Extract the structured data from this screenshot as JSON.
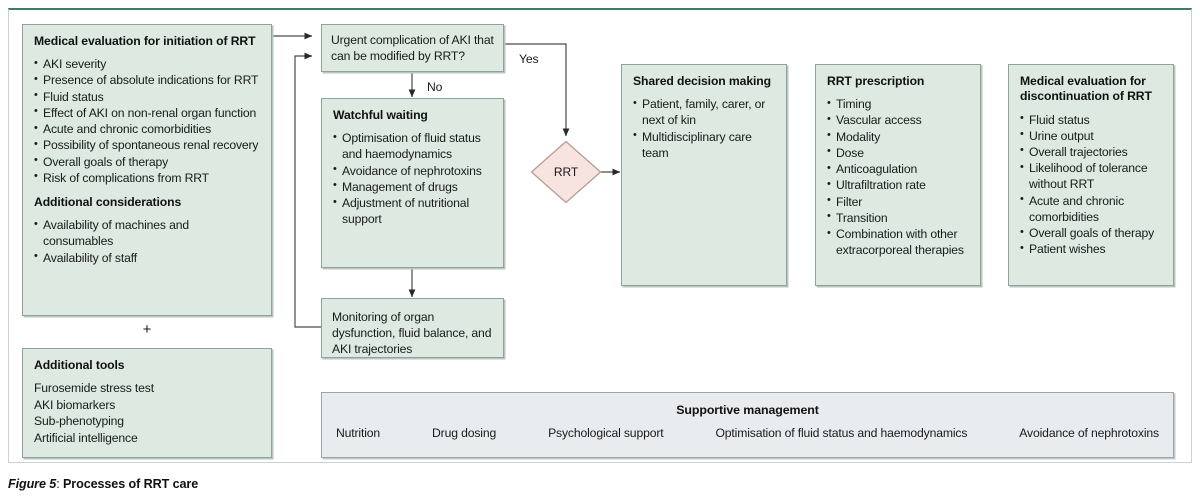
{
  "figure": {
    "number_label": "Figure 5",
    "separator": ": ",
    "title": "Processes of RRT care"
  },
  "boxes": {
    "initiation": {
      "title": "Medical evaluation for initiation of RRT",
      "items": [
        "AKI severity",
        "Presence of absolute indications for RRT",
        "Fluid status",
        "Effect of AKI on non-renal organ function",
        "Acute and chronic comorbidities",
        "Possibility of spontaneous renal recovery",
        "Overall goals of therapy",
        "Risk of complications from RRT"
      ],
      "subtitle": "Additional considerations",
      "sub_items": [
        "Availability of machines and consumables",
        "Availability of staff"
      ]
    },
    "additional_tools": {
      "title": "Additional tools",
      "items": [
        "Furosemide stress test",
        "AKI biomarkers",
        "Sub-phenotyping",
        "Artificial intelligence"
      ]
    },
    "decision": {
      "text": "Urgent complication of AKI that can be modified by RRT?"
    },
    "watchful": {
      "title": "Watchful waiting",
      "items": [
        "Optimisation of fluid status and haemodynamics",
        "Avoidance of nephrotoxins",
        "Management of drugs",
        "Adjustment of nutritional support"
      ]
    },
    "monitoring": {
      "text": "Monitoring of organ dysfunction, fluid balance, and AKI trajectories"
    },
    "rrt_node": {
      "label": "RRT"
    },
    "shared_decision": {
      "title": "Shared decision making",
      "items": [
        "Patient, family, carer, or next of kin",
        "Multidisciplinary care team"
      ]
    },
    "prescription": {
      "title": "RRT prescription",
      "items": [
        "Timing",
        "Vascular access",
        "Modality",
        "Dose",
        "Anticoagulation",
        "Ultrafiltration rate",
        "Filter",
        "Transition",
        "Combination with other extracorporeal therapies"
      ]
    },
    "discontinuation": {
      "title": "Medical evaluation for discontinuation of RRT",
      "items": [
        "Fluid status",
        "Urine output",
        "Overall trajectories",
        "Likelihood of tolerance without RRT",
        "Acute and chronic comorbidities",
        "Overall goals of therapy",
        "Patient wishes"
      ]
    },
    "supportive": {
      "title": "Supportive management",
      "items": [
        "Nutrition",
        "Drug dosing",
        "Psychological support",
        "Optimisation of fluid status and haemodynamics",
        "Avoidance of nephrotoxins"
      ]
    }
  },
  "edge_labels": {
    "yes": "Yes",
    "no": "No"
  },
  "connector_plus": "+",
  "colors": {
    "box_fill_green": "#dde9e1",
    "box_border_green": "#8fa39a",
    "diamond_fill_pink": "#f7e4e1",
    "diamond_border_pink": "#c4a49f",
    "support_fill_grey": "#e9ecee",
    "support_border_grey": "#9aa4ab",
    "frame_top_accent": "#3f7a6a",
    "connector_line": "#3a3a3a"
  }
}
